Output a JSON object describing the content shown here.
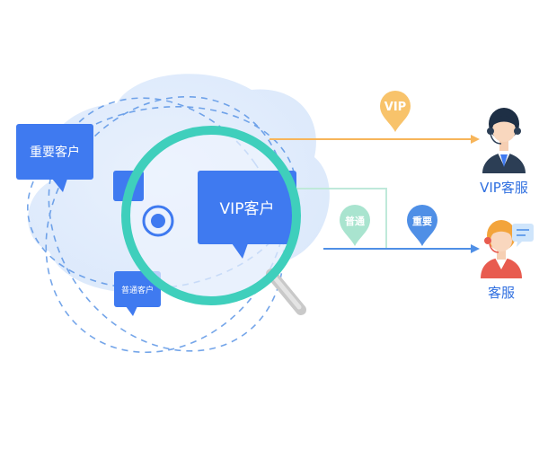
{
  "bubbles": {
    "important": "重要客户",
    "vip": "VIP客户",
    "normal": "普通客户"
  },
  "pins": {
    "vip": "VIP",
    "normal": "普通",
    "important": "重要"
  },
  "agents": {
    "vip_label": "VIP客服",
    "regular_label": "客服"
  },
  "colors": {
    "bubble_blue": "#3f7af0",
    "lens_teal": "#3fcfbc",
    "vip_line": "#f7b55a",
    "regular_line": "#4f8fe6",
    "normal_pin": "#a9e4cf",
    "important_pin": "#4f8fe6",
    "dashed_orbit": "#5c96e6",
    "agent_label": "#2f6fe0"
  },
  "icons": [
    "magnifier-icon",
    "target-icon",
    "headset-agent-icon",
    "support-agent-icon",
    "chat-icon"
  ]
}
